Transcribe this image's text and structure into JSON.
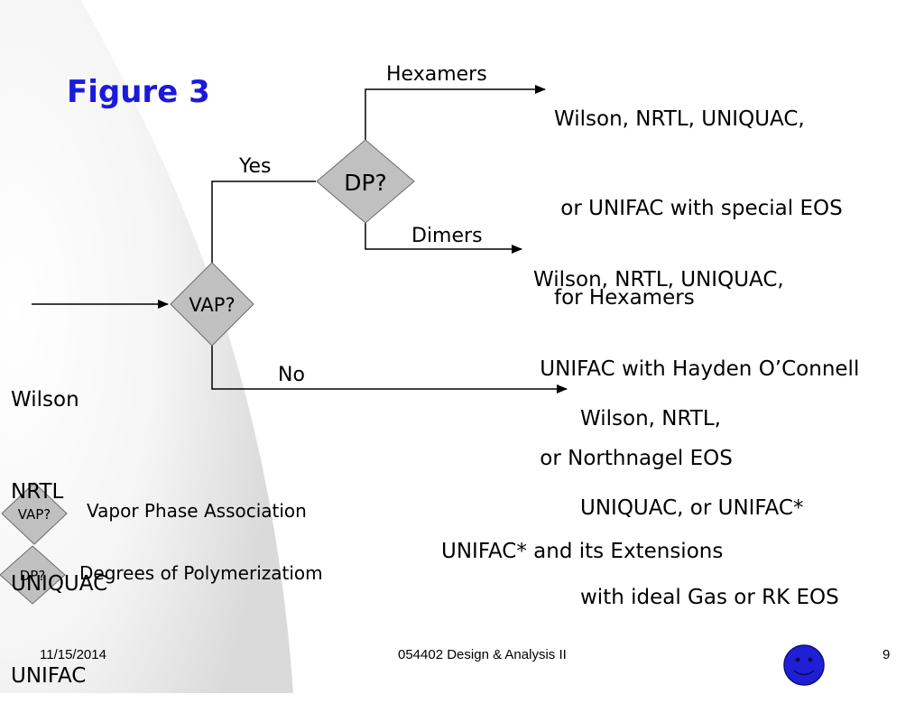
{
  "slide": {
    "title": "Figure 3",
    "footer": {
      "date": "11/15/2014",
      "course": "054402 Design & Analysis II",
      "page": "9"
    },
    "colors": {
      "title": "#1a1adb",
      "diamond_fill": "#c0c0c0",
      "background_gradient": "#dcdcdc",
      "logo": "#1f1fd6"
    }
  },
  "diagram": {
    "decisions": {
      "vap": "VAP?",
      "dp": "DP?"
    },
    "branches": {
      "yes": "Yes",
      "no": "No",
      "hexamers": "Hexamers",
      "dimers": "Dimers"
    },
    "inputs": [
      "Wilson",
      "NRTL",
      "UNIQUAC",
      "UNIFAC"
    ],
    "results": {
      "hexamers": [
        "Wilson, NRTL, UNIQUAC,",
        " or UNIFAC with special EOS",
        "for Hexamers"
      ],
      "dimers": [
        "Wilson, NRTL, UNIQUAC,",
        " UNIFAC with Hayden O’Connell",
        " or Northnagel EOS"
      ],
      "no": [
        "Wilson, NRTL,",
        "UNIQUAC, or UNIFAC*",
        "with ideal Gas or RK EOS"
      ]
    }
  },
  "legend": {
    "vap_symbol": "VAP?",
    "vap_text": "Vapor Phase Association",
    "dp_symbol": "DP?",
    "dp_text": "Degrees of Polymerizatiom"
  },
  "note": "UNIFAC* and its Extensions",
  "logo": "smiley-icon"
}
